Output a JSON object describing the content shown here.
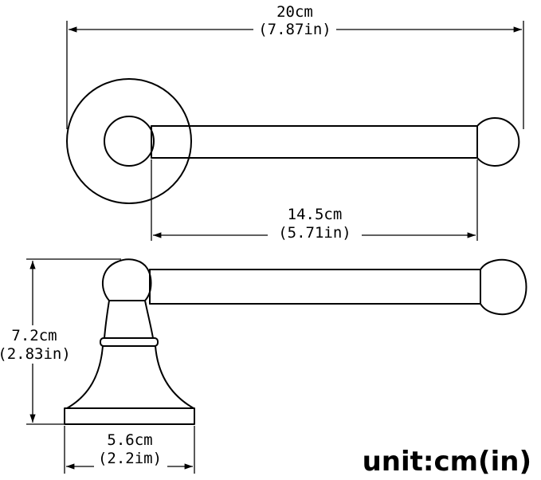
{
  "dimensions": {
    "overall_length": {
      "cm": "20cm",
      "in": "(7.87in)"
    },
    "bar_length": {
      "cm": "14.5cm",
      "in": "(5.71in)"
    },
    "height": {
      "cm": "7.2cm",
      "in": "(2.83in)"
    },
    "base_width": {
      "cm": "5.6cm",
      "in": "(2.2im)"
    }
  },
  "unit_label": "unit:cm(in)"
}
